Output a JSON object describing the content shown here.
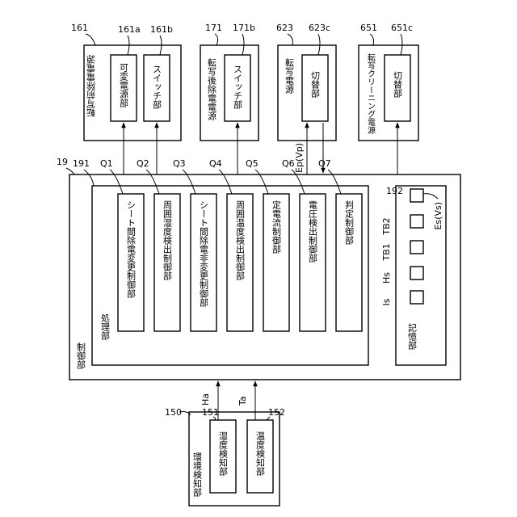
{
  "rotation_deg": -90,
  "units": {
    "161": {
      "ref": "161",
      "title": "転写前除電電源"
    },
    "161a": {
      "ref": "161a",
      "label": "可変電源部"
    },
    "161b": {
      "ref": "161b",
      "label": "スイッチ部"
    },
    "171": {
      "ref": "171",
      "title": "転写後除電電源"
    },
    "171b": {
      "ref": "171b",
      "label": "スイッチ部"
    },
    "623": {
      "ref": "623",
      "title": "転写電源"
    },
    "623c": {
      "ref": "623c",
      "label": "切替部"
    },
    "651": {
      "ref": "651",
      "title": "転写クリーニング電源"
    },
    "651c": {
      "ref": "651c",
      "label": "切替部"
    }
  },
  "control": {
    "ref": "19",
    "title": "制御部"
  },
  "processing": {
    "ref": "191",
    "title": "処理部",
    "blocks": [
      {
        "q": "Q1",
        "label": "シート間除電変更制御部"
      },
      {
        "q": "Q2",
        "label": "周囲湿度検出制御部"
      },
      {
        "q": "Q3",
        "label": "シート間除電非変更制御部"
      },
      {
        "q": "Q4",
        "label": "周囲温度検出制御部"
      },
      {
        "q": "Q5",
        "label": "定電流制御部"
      },
      {
        "q": "Q6",
        "label": "電圧検出制御部"
      },
      {
        "q": "Q7",
        "label": "判定制御部"
      }
    ]
  },
  "storage": {
    "ref": "192",
    "title": "記憶部",
    "cells": [
      {
        "label": "Es(Vs)"
      },
      {
        "label": "TB2"
      },
      {
        "label": "TB1"
      },
      {
        "label": "Hs"
      },
      {
        "label": "Is"
      }
    ]
  },
  "feedback_label": "Ep(Vp)",
  "environment": {
    "ref": "150",
    "title": "環境検知部",
    "sensors": [
      {
        "ref": "151",
        "label": "湿度検知部",
        "signal": "Ha"
      },
      {
        "ref": "152",
        "label": "温度検知部",
        "signal": "Ta"
      }
    ]
  }
}
